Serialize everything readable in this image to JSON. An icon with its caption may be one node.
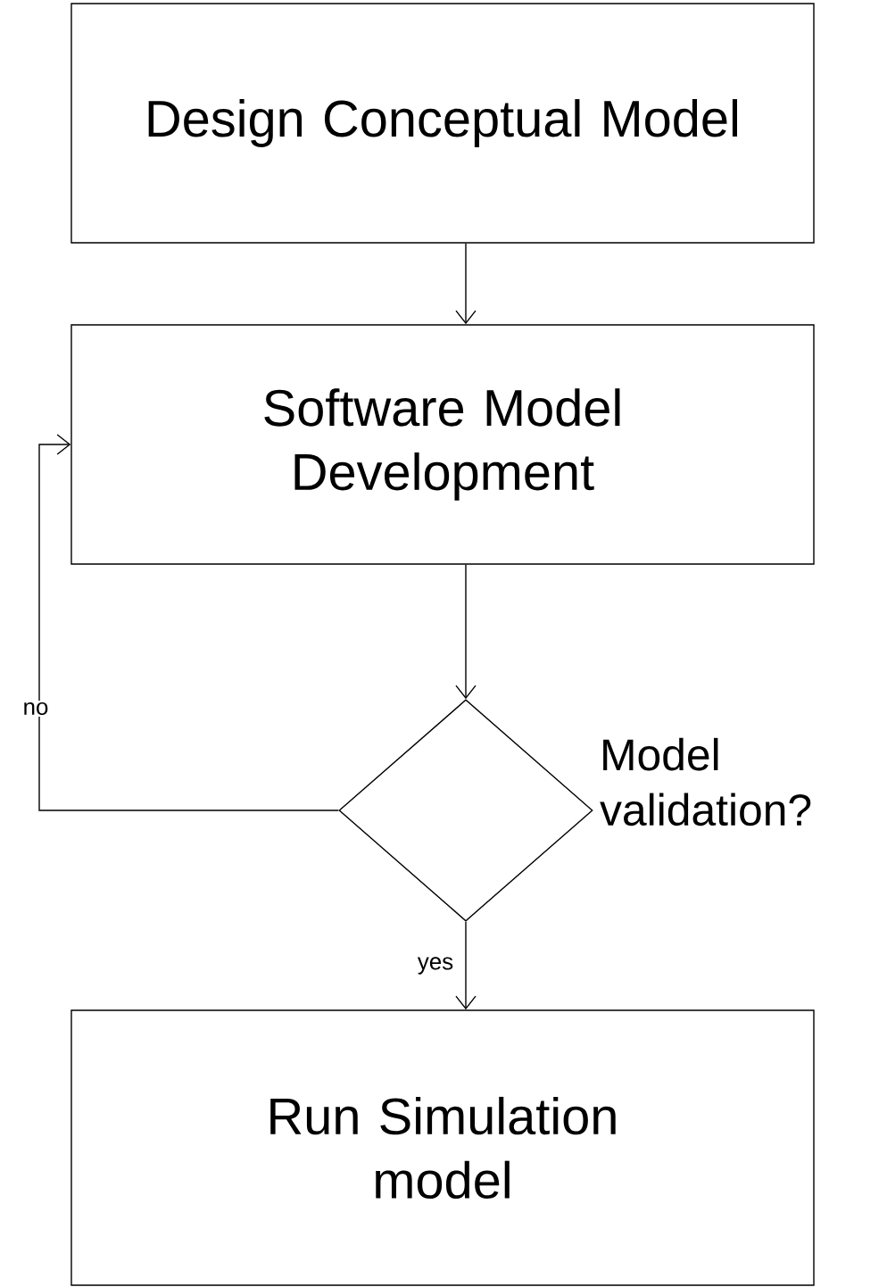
{
  "diagram": {
    "nodes": [
      {
        "text": [
          "Design Conceptual Model"
        ]
      },
      {
        "text": [
          "Software Model Development"
        ]
      },
      {
        "text": [],
        "shape": "diamond",
        "beside": [
          "Model validation?"
        ]
      },
      {
        "text": [
          "Run Simulation model"
        ]
      }
    ],
    "edges": [
      {
        "from": 0,
        "to": 1,
        "arrow": "to"
      },
      {
        "from": 1,
        "to": 2,
        "arrow": "to"
      },
      {
        "from": 2,
        "to": 1,
        "arrow": "to",
        "label": "no"
      },
      {
        "from": 2,
        "to": 3,
        "arrow": "to",
        "label": "yes"
      }
    ]
  }
}
